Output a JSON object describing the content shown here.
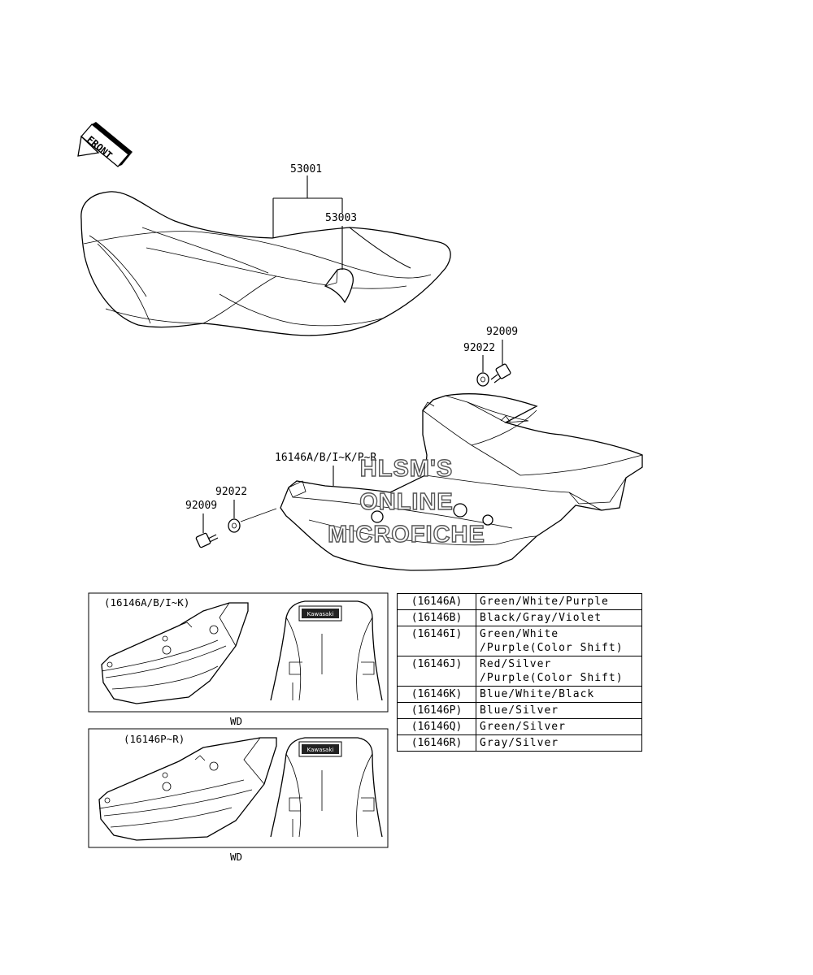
{
  "front_label": "FRONT",
  "callouts": {
    "seat": "53001",
    "seat_emblem": "53003",
    "bolt_right": "92009",
    "washer_right": "92022",
    "cover": "16146A/B/I~K/P~R",
    "washer_left": "92022",
    "bolt_left": "92009"
  },
  "watermark": [
    "HLSM'S",
    "ONLINE",
    "MICROFICHE"
  ],
  "panels": [
    {
      "title": "(16146A/B/I~K)",
      "caption": "WD",
      "badge_text": "Kawasaki"
    },
    {
      "title": "(16146P~R)",
      "caption": "WD",
      "badge_text": "Kawasaki"
    }
  ],
  "color_table": [
    {
      "code": "(16146A)",
      "colors": "Green/White/Purple"
    },
    {
      "code": "(16146B)",
      "colors": "Black/Gray/Violet"
    },
    {
      "code": "(16146I)",
      "colors": "Green/White\n/Purple(Color Shift)"
    },
    {
      "code": "(16146J)",
      "colors": "Red/Silver\n/Purple(Color Shift)"
    },
    {
      "code": "(16146K)",
      "colors": "Blue/White/Black"
    },
    {
      "code": "(16146P)",
      "colors": "Blue/Silver"
    },
    {
      "code": "(16146Q)",
      "colors": "Green/Silver"
    },
    {
      "code": "(16146R)",
      "colors": "Gray/Silver"
    }
  ]
}
